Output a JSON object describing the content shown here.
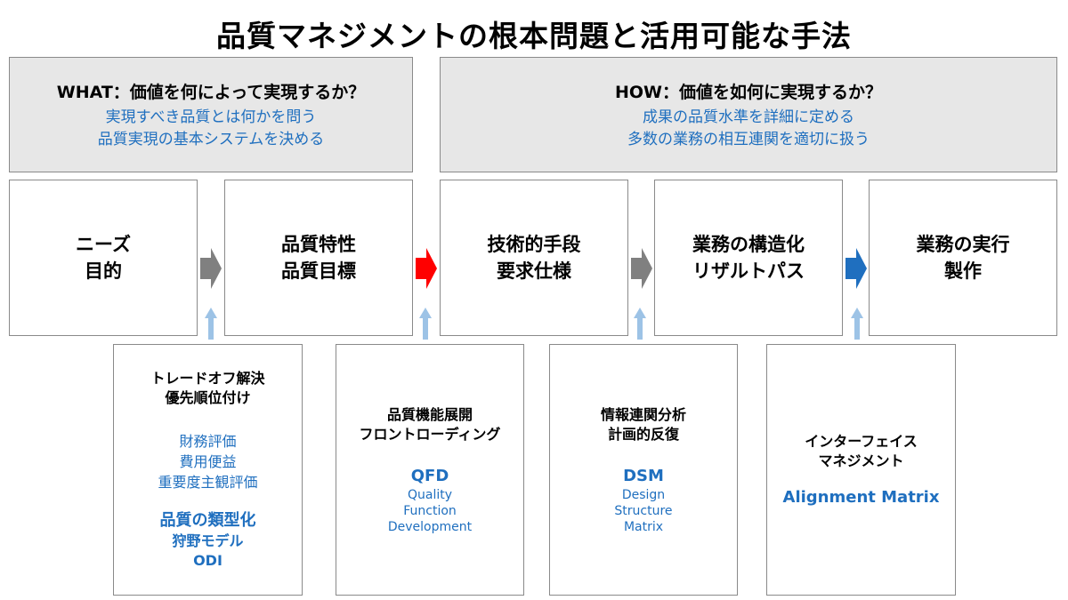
{
  "title": "品質マネジメントの根本問題と活用可能な手法",
  "what": {
    "heading": "WHAT：価値を何によって実現するか？",
    "lines": [
      "実現すべき品質とは何かを問う",
      "品質実現の基本システムを決める"
    ]
  },
  "how": {
    "heading": "HOW：価値を如何に実現するか？",
    "lines": [
      "成果の品質水準を詳細に定める",
      "多数の業務の相互連関を適切に扱う"
    ]
  },
  "stages": [
    {
      "line1": "ニーズ",
      "line2": "目的"
    },
    {
      "line1": "品質特性",
      "line2": "品質目標"
    },
    {
      "line1": "技術的手段",
      "line2": "要求仕様"
    },
    {
      "line1": "業務の構造化",
      "line2": "リザルトパス"
    },
    {
      "line1": "業務の実行",
      "line2": "製作"
    }
  ],
  "colors": {
    "arrow_gray": "#808080",
    "arrow_red": "#ff0000",
    "arrow_blue": "#1f6fbf",
    "up_arrow": "#9dc3e6",
    "accent_blue": "#1f6fbf",
    "panel_gray": "#e7e7e7"
  },
  "methods": [
    {
      "head1": "トレードオフ解決",
      "head2": "優先順位付け",
      "subs": [
        "財務評価",
        "費用便益",
        "重要度主観評価"
      ],
      "strong": "品質の類型化",
      "strong_subs": [
        "狩野モデル",
        "ODI"
      ]
    },
    {
      "head1": "品質機能展開",
      "head2": "フロントローディング",
      "acronym": "QFD",
      "words": [
        "Quality",
        "Function",
        "Development"
      ]
    },
    {
      "head1": "情報連関分析",
      "head2": "計画的反復",
      "acronym": "DSM",
      "words": [
        "Design",
        "Structure",
        "Matrix"
      ]
    },
    {
      "head1": "インターフェイス",
      "head2": "マネジメント",
      "acronym": "Alignment Matrix"
    }
  ]
}
